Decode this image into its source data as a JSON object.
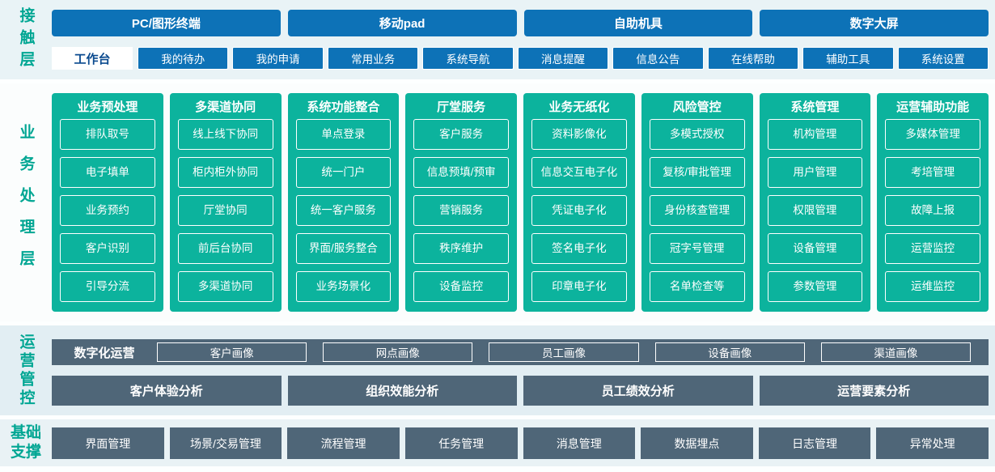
{
  "colors": {
    "blue": "#0d72b7",
    "teal": "#0cb39d",
    "slate": "#4f6678",
    "label_teal": "#00a693"
  },
  "contact": {
    "label": "接触层",
    "terminals": [
      "PC/图形终端",
      "移动pad",
      "自助机具",
      "数字大屏"
    ],
    "workbench_label": "工作台",
    "workbench_items": [
      "我的待办",
      "我的申请",
      "常用业务",
      "系统导航",
      "消息提醒",
      "信息公告",
      "在线帮助",
      "辅助工具",
      "系统设置"
    ]
  },
  "business": {
    "label": "业务处理层",
    "columns": [
      {
        "title": "业务预处理",
        "items": [
          "排队取号",
          "电子填单",
          "业务预约",
          "客户识别",
          "引导分流"
        ]
      },
      {
        "title": "多渠道协同",
        "items": [
          "线上线下协同",
          "柜内柜外协同",
          "厅堂协同",
          "前后台协同",
          "多渠道协同"
        ]
      },
      {
        "title": "系统功能整合",
        "items": [
          "单点登录",
          "统一门户",
          "统一客户服务",
          "界面/服务整合",
          "业务场景化"
        ]
      },
      {
        "title": "厅堂服务",
        "items": [
          "客户服务",
          "信息预填/预审",
          "营销服务",
          "秩序维护",
          "设备监控"
        ]
      },
      {
        "title": "业务无纸化",
        "items": [
          "资料影像化",
          "信息交互电子化",
          "凭证电子化",
          "签名电子化",
          "印章电子化"
        ]
      },
      {
        "title": "风险管控",
        "items": [
          "多模式授权",
          "复核/审批管理",
          "身份核查管理",
          "冠字号管理",
          "名单检查等"
        ]
      },
      {
        "title": "系统管理",
        "items": [
          "机构管理",
          "用户管理",
          "权限管理",
          "设备管理",
          "参数管理"
        ]
      },
      {
        "title": "运营辅助功能",
        "items": [
          "多媒体管理",
          "考培管理",
          "故障上报",
          "运营监控",
          "运维监控"
        ]
      }
    ]
  },
  "operations": {
    "label": "运营管控",
    "digital_label": "数字化运营",
    "portraits": [
      "客户画像",
      "网点画像",
      "员工画像",
      "设备画像",
      "渠道画像"
    ],
    "analyses": [
      "客户体验分析",
      "组织效能分析",
      "员工绩效分析",
      "运营要素分析"
    ]
  },
  "foundation": {
    "label": "基础支撑",
    "items": [
      "界面管理",
      "场景/交易管理",
      "流程管理",
      "任务管理",
      "消息管理",
      "数据埋点",
      "日志管理",
      "异常处理"
    ]
  }
}
